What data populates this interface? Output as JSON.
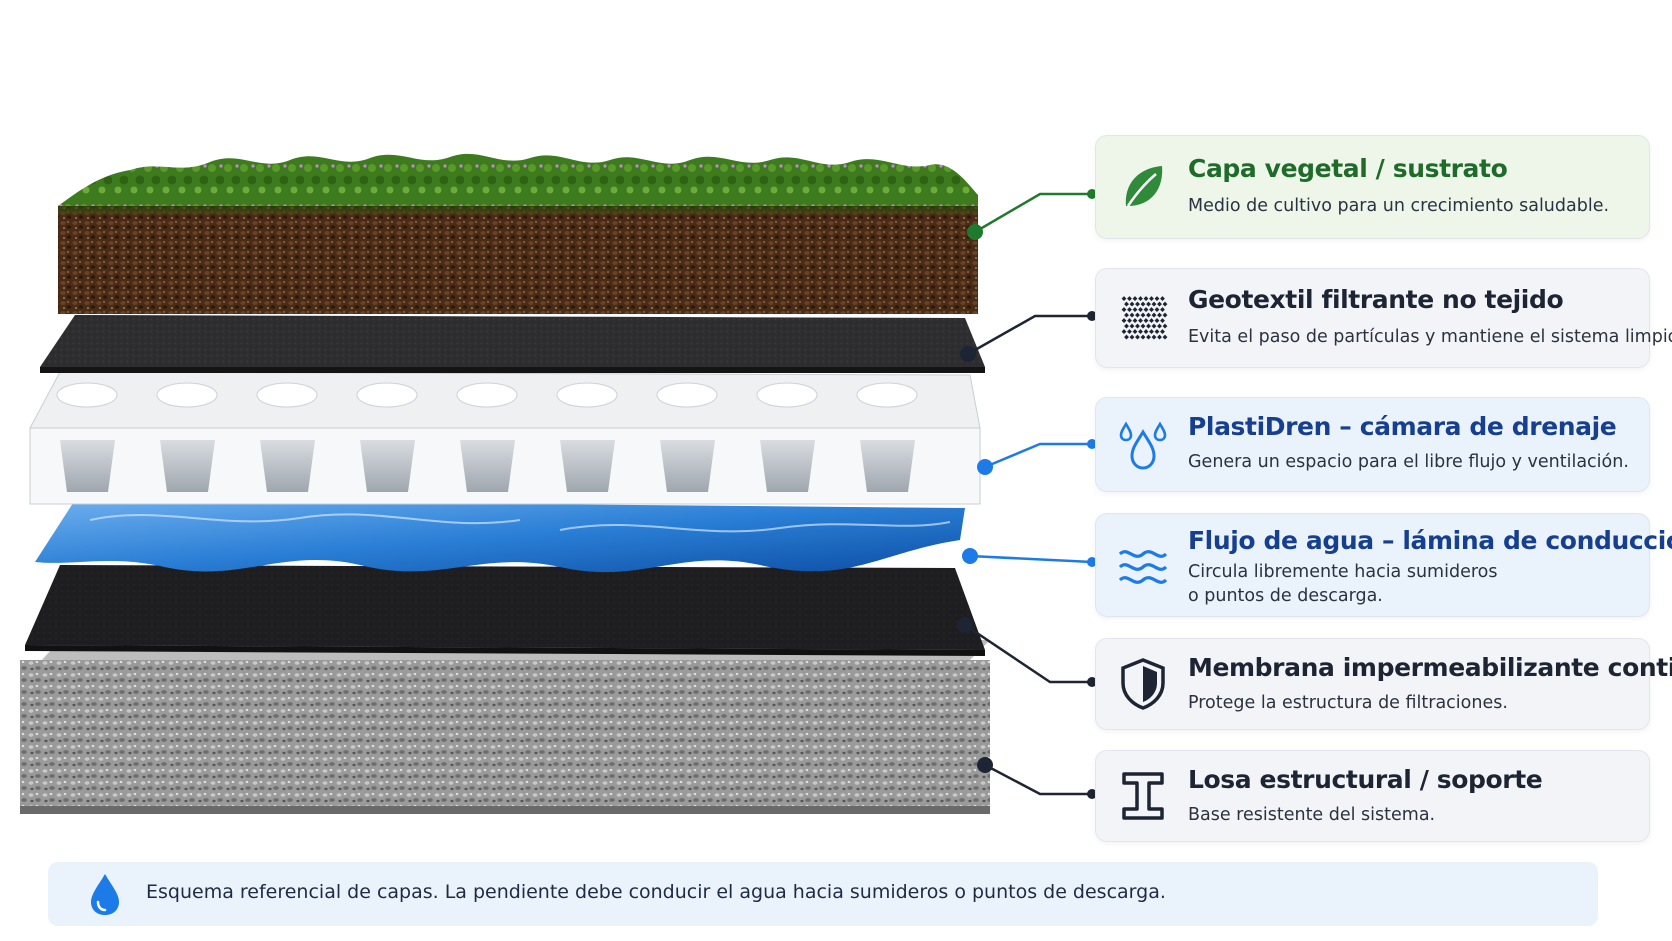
{
  "layers": [
    {
      "id": "vegetal",
      "title": "Capa vegetal / sustrato",
      "desc_lines": [
        "Medio de cultivo para un crecimiento saludable."
      ],
      "icon": "leaf-icon",
      "accent": "#1f6b2a",
      "card_bg": "#eef6ea"
    },
    {
      "id": "geotextil",
      "title": "Geotextil filtrante no tejido",
      "desc_lines": [
        "Evita el paso de partículas y mantiene el sistema limpio."
      ],
      "icon": "fabric-texture-icon",
      "accent": "#1d2433",
      "card_bg": "#f3f4f7"
    },
    {
      "id": "plastidren",
      "title": "PlastiDren – cámara de drenaje",
      "desc_lines": [
        "Genera un espacio para el libre flujo y ventilación."
      ],
      "icon": "water-drops-icon",
      "accent": "#16408f",
      "card_bg": "#eaf2fc"
    },
    {
      "id": "flujo",
      "title": "Flujo de agua – lámina de conducción",
      "desc_lines": [
        "Circula libremente hacia sumideros",
        "o puntos de descarga."
      ],
      "icon": "waves-icon",
      "accent": "#16408f",
      "card_bg": "#eaf2fc"
    },
    {
      "id": "membrana",
      "title": "Membrana impermeabilizante continua",
      "desc_lines": [
        "Protege la estructura de filtraciones."
      ],
      "icon": "shield-icon",
      "accent": "#1d2433",
      "card_bg": "#f3f4f7"
    },
    {
      "id": "losa",
      "title": "Losa estructural / soporte",
      "desc_lines": [
        "Base resistente del sistema."
      ],
      "icon": "i-beam-icon",
      "accent": "#1d2433",
      "card_bg": "#f3f4f7"
    }
  ],
  "note": {
    "text": "Esquema referencial de capas. La pendiente debe conducir el agua hacia sumideros o puntos de descarga.",
    "icon": "water-drop-icon"
  },
  "colors": {
    "green": "#1f7a2e",
    "blue": "#1c7be6",
    "dark": "#1d2433",
    "page_bg": "#ffffff"
  }
}
